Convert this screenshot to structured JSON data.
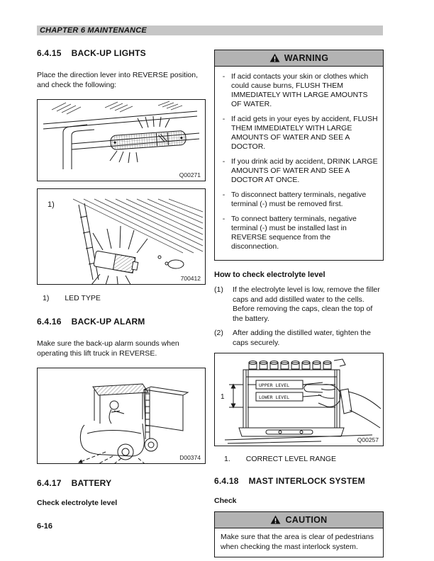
{
  "header": {
    "chapter_title": "CHAPTER 6 MAINTENANCE"
  },
  "footer": {
    "page_number": "6-16"
  },
  "sections": {
    "backup_lights": {
      "number": "6.4.15",
      "title": "BACK-UP LIGHTS",
      "body": "Place the direction lever into REVERSE position, and check the following:"
    },
    "backup_alarm": {
      "number": "6.4.16",
      "title": "BACK-UP ALARM",
      "body": "Make sure the back-up alarm sounds when operating this lift truck in REVERSE."
    },
    "battery": {
      "number": "6.4.17",
      "title": "BATTERY",
      "subheading": "Check electrolyte level"
    },
    "mast_interlock": {
      "number": "6.4.18",
      "title": "MAST INTERLOCK SYSTEM",
      "subheading": "Check"
    }
  },
  "warning_box": {
    "title": "WARNING",
    "icon": "warning-triangle-icon",
    "bullet": "-",
    "items": [
      "If acid contacts your skin or clothes which could cause burns, FLUSH THEM IMMEDIATELY WITH LARGE AMOUNTS OF WATER.",
      "If acid gets in your eyes by accident, FLUSH THEM IMMEDIATELY WITH LARGE AMOUNTS OF WATER AND SEE A DOCTOR.",
      "If you drink acid by accident, DRINK LARGE AMOUNTS OF WATER AND SEE A DOCTOR AT ONCE.",
      "To disconnect battery terminals, negative terminal (-) must be removed first.",
      "To connect battery terminals, negative terminal (-) must be installed last in REVERSE sequence from the disconnection."
    ]
  },
  "electrolyte_check": {
    "heading": "How to check electrolyte level",
    "steps": [
      {
        "num": "(1)",
        "text": "If the electrolyte level is low, remove the filler caps and add distilled water to the cells. Before removing the caps, clean the top of the battery."
      },
      {
        "num": "(2)",
        "text": "After adding the distilled water, tighten the caps securely."
      }
    ]
  },
  "caution_box": {
    "title": "CAUTION",
    "icon": "warning-triangle-icon",
    "body": "Make sure that the area is clear of pedestrians when checking the mast interlock system."
  },
  "figures": {
    "backup_light": {
      "code": "Q00271"
    },
    "led_light": {
      "code": "700412",
      "inner_label": "1)",
      "caption_num": "1)",
      "caption": "LED TYPE"
    },
    "backup_alarm_truck": {
      "code": "D00374"
    },
    "battery_level": {
      "code": "Q00257",
      "callout": "1",
      "upper_label": "UPPER LEVEL",
      "lower_label": "LOWER LEVEL",
      "caption_num": "1.",
      "caption": "CORRECT LEVEL RANGE"
    }
  },
  "colors": {
    "header_bar": "#c6c6c6",
    "box_header_bg": "#b3b3b3",
    "border": "#000000"
  }
}
